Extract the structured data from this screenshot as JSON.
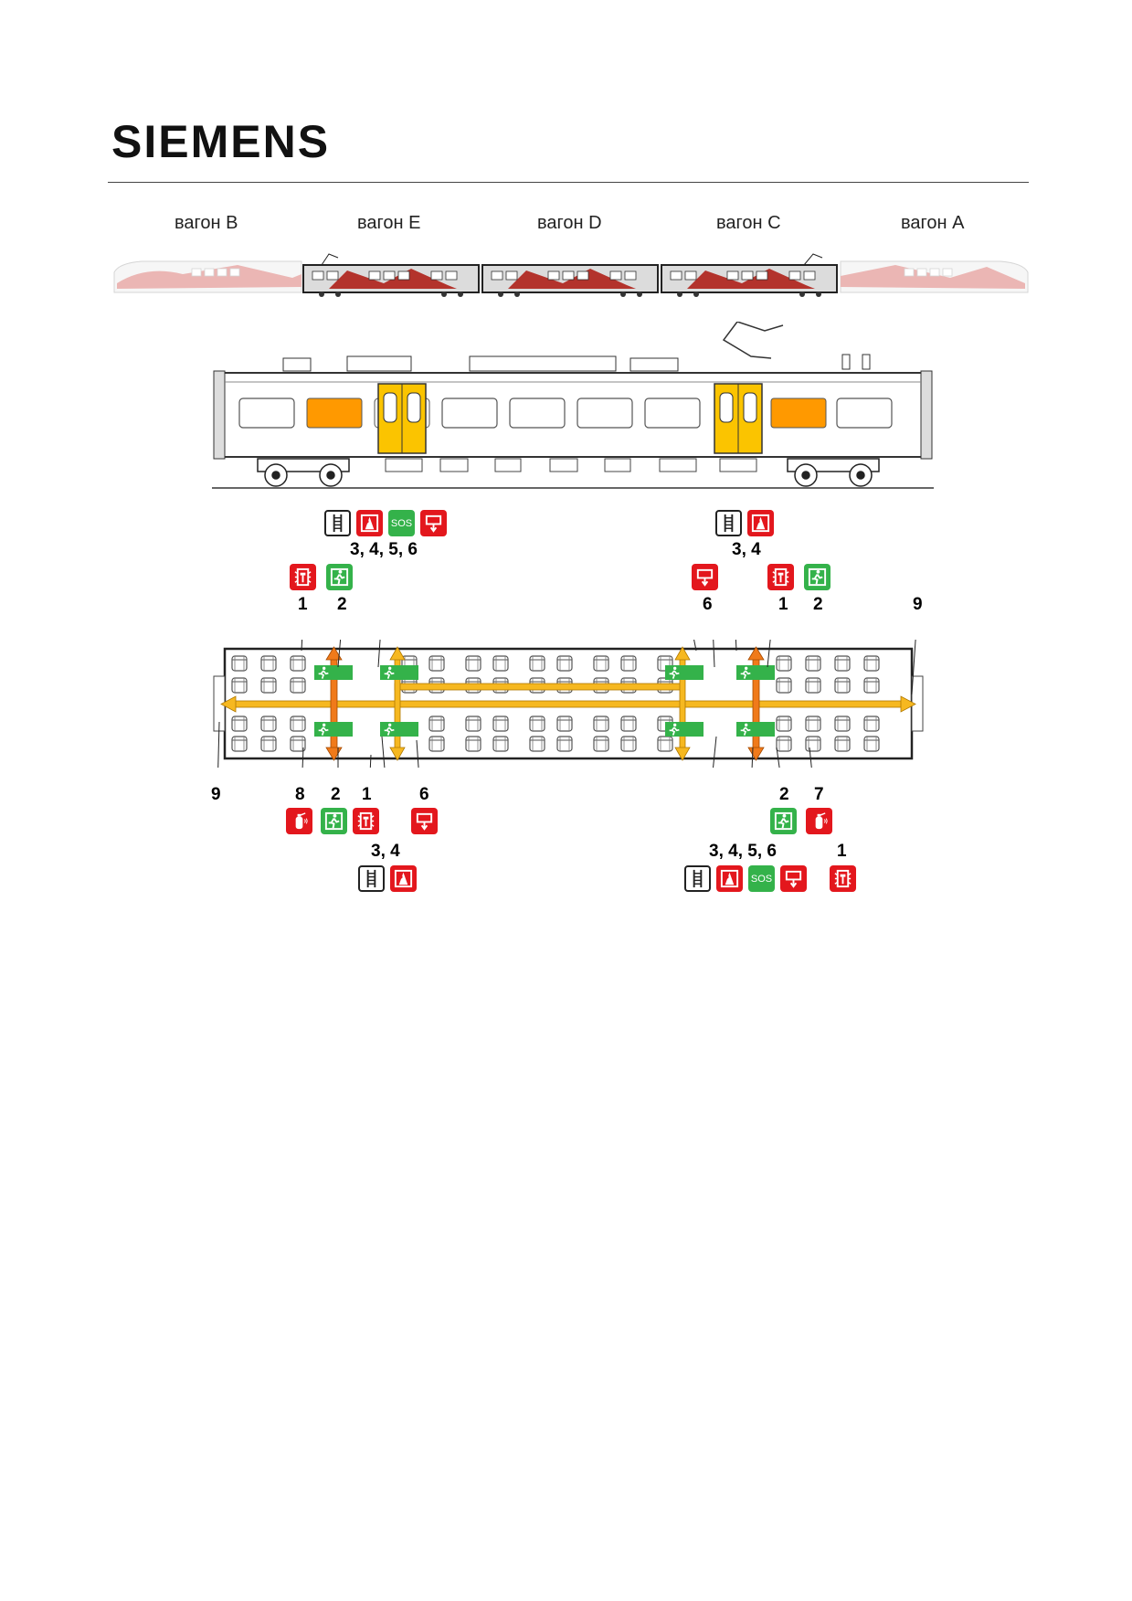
{
  "brand": {
    "logo_text": "SIEMENS"
  },
  "cars": [
    {
      "label": "вагон B"
    },
    {
      "label": "вагон E"
    },
    {
      "label": "вагон D"
    },
    {
      "label": "вагон C"
    },
    {
      "label": "вагон A"
    }
  ],
  "colors": {
    "red_sign": "#e3171d",
    "green_sign": "#34b24a",
    "door_yellow": "#fbc400",
    "window_orange": "#ff9900",
    "evac_arrow_yellow": "#f6b820",
    "evac_arrow_orange": "#f07a1a",
    "train_red": "#c8302a"
  },
  "callouts": {
    "top_left_group": "3, 4, 5, 6",
    "top_right_group": "3, 4",
    "n1_tl": "1",
    "n2_tl": "2",
    "n6_tr": "6",
    "n1_tr": "1",
    "n2_tr": "2",
    "n9_tr": "9",
    "n9_bl": "9",
    "n8_bl": "8",
    "n2_bl": "2",
    "n1_bl": "1",
    "n6_bl": "6",
    "n2_br": "2",
    "n7_br": "7",
    "bottom_left_group": "3, 4",
    "bottom_right_group": "3, 4, 5, 6",
    "n1_br": "1"
  },
  "sign_text": {
    "sos": "SOS"
  },
  "icons": [
    "ladder-icon",
    "emergency-door-open-icon",
    "sos-icon",
    "emergency-brake-icon",
    "emergency-window-hammer-icon",
    "emergency-exit-icon",
    "fire-extinguisher-icon"
  ]
}
